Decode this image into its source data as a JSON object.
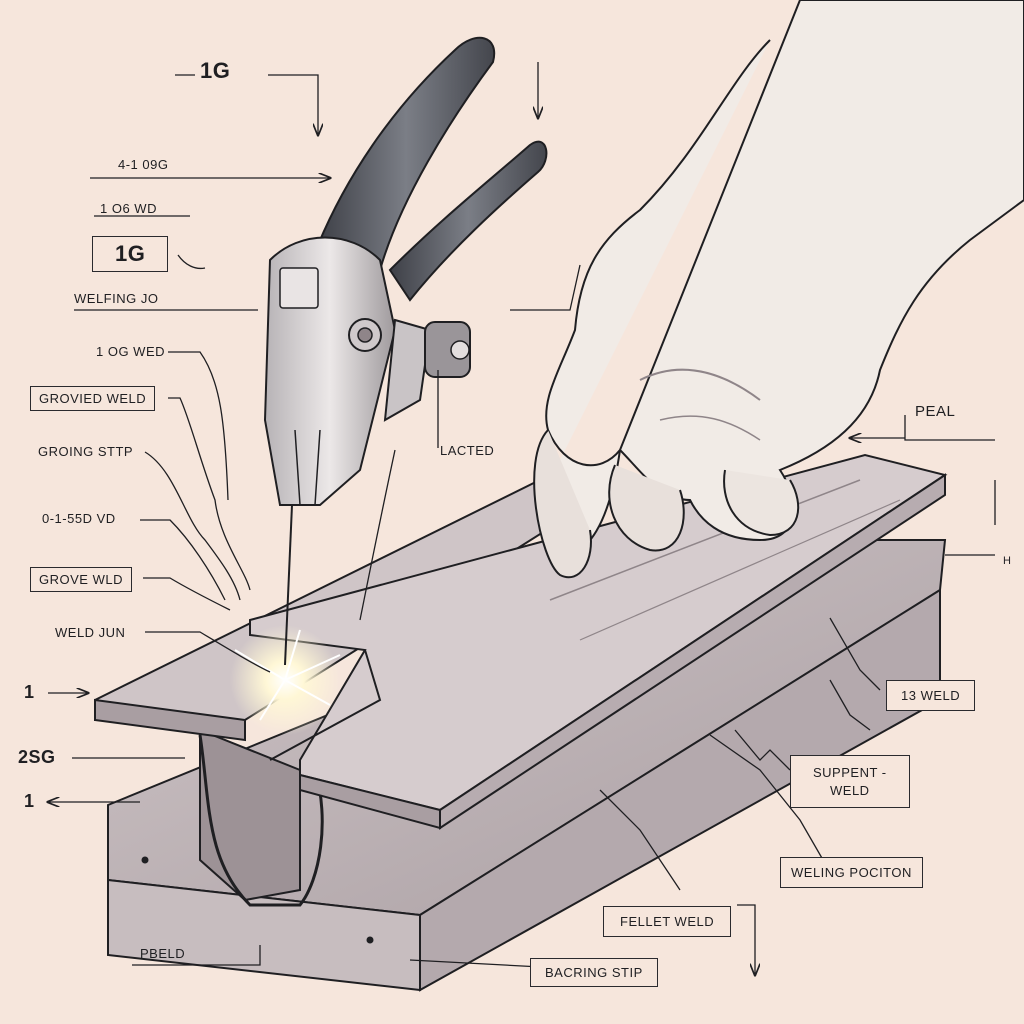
{
  "labels": {
    "top_1g": "1G",
    "l_409": "4-1 09G",
    "l_1o6_wd": "1 O6 WD",
    "box_1g": "1G",
    "welding_jo": "WELFING JO",
    "l_1_og_wed": "1 OG WED",
    "grovied_weld": "GROVIED WELD",
    "groing_stp": "GROING STTP",
    "l_01_55_vd": "0-1-55D VD",
    "grove_wld": "GROVE WLD",
    "weld_jun": "WELD JUN",
    "lacted": "LACTED",
    "peal": "PEAL",
    "h": "H",
    "n1_top": "1",
    "n_2sg": "2SG",
    "n1_bottom": "1",
    "t13_weld": "13 WELD",
    "suppent_weld": "SUPPENT -\nWELD",
    "weling_position": "WELING POCITON",
    "fellet_weld": "FELLET WELD",
    "pbeld": "PBELD",
    "bacring_stip": "BACRING STIP"
  },
  "colors": {
    "background": "#f6e6dc",
    "ink": "#1f1f22",
    "metal_light": "#d9cfd0",
    "metal_mid": "#bdb1b4",
    "metal_dark": "#8f8589",
    "handle": "#5b5e66",
    "skin": "#f1ebe6",
    "spark": "#fff7d6"
  },
  "icons": [
    "welding-clamp-icon",
    "hand-icon",
    "weld-spark-icon",
    "arrow-icon"
  ]
}
